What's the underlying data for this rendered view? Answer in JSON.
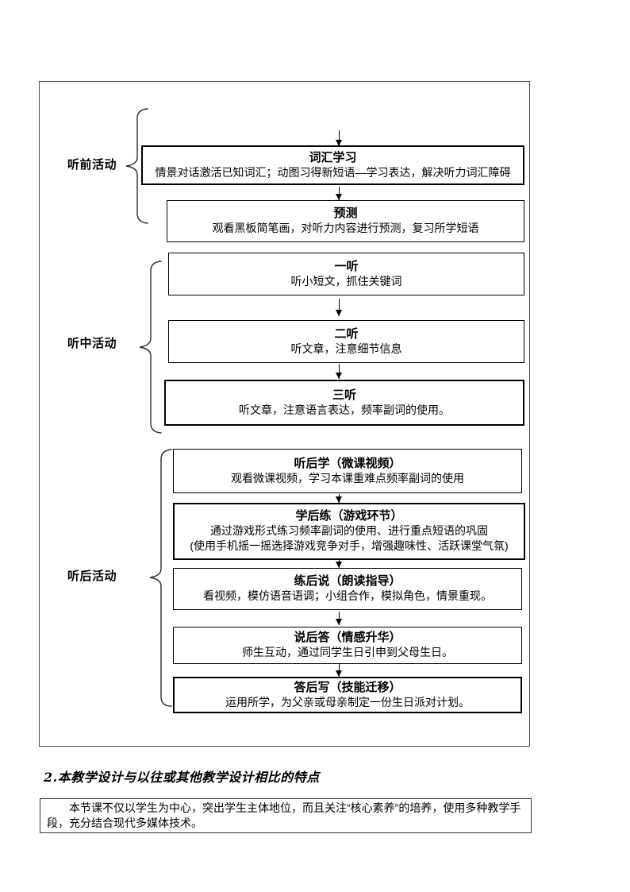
{
  "flowchart": {
    "sections": [
      {
        "label": "听前活动"
      },
      {
        "label": "听中活动"
      },
      {
        "label": "听后活动"
      }
    ],
    "boxes": [
      {
        "title": "词汇学习",
        "lines": [
          "情景对话激活已知词汇；动图习得新短语—学习表达，解决听力词汇障碍"
        ]
      },
      {
        "title": "预测",
        "lines": [
          "观看黑板简笔画，对听力内容进行预测，复习所学短语"
        ]
      },
      {
        "title": "一听",
        "lines": [
          "听小短文，抓住关键词"
        ]
      },
      {
        "title": "二听",
        "lines": [
          "听文章，注意细节信息"
        ]
      },
      {
        "title": "三听",
        "lines": [
          "听文章，注意语言表达，频率副词的使用。"
        ]
      },
      {
        "title": "听后学（微课视频）",
        "lines": [
          "观看微课视频，学习本课重难点频率副词的使用"
        ]
      },
      {
        "title": "学后练（游戏环节）",
        "lines": [
          "通过游戏形式练习频率副词的使用、进行重点短语的巩固",
          "(使用手机摇一摇选择游戏竞争对手，增强趣味性、活跃课堂气氛)"
        ]
      },
      {
        "title": "练后说（朗读指导）",
        "lines": [
          "看视频，模仿语音语调；小组合作，模拟角色，情景重现。"
        ]
      },
      {
        "title": "说后答（情感升华）",
        "lines": [
          "师生互动，通过同学生日引申到父母生日。"
        ]
      },
      {
        "title": "答后写（技能迁移）",
        "lines": [
          "运用所学，为父亲或母亲制定一份生日派对计划。"
        ]
      }
    ]
  },
  "section2": {
    "heading": "2.本教学设计与以往或其他教学设计相比的特点",
    "note": "本节课不仅以学生为中心，突出学生主体地位，而且关注“核心素养”的培养，使用多种教学手段，充分结合现代多媒体技术。"
  },
  "colors": {
    "text": "#000000",
    "box_border": "#000000",
    "frame_border": "#4a4a4a"
  }
}
